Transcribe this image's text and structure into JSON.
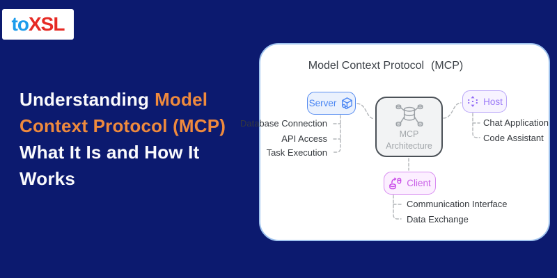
{
  "brand": {
    "logo_part1": "to",
    "logo_part2": "XSL",
    "logo_color_blue": "#1D9CEB",
    "logo_color_red": "#E62A24"
  },
  "colors": {
    "background_navy": "#0C1A6F",
    "headline_white": "#FAFAFC",
    "headline_orange": "#EF8A3D",
    "panel_border_blue": "#9FC3EE",
    "server_blue": "#4A86F3",
    "host_purple": "#9B79F7",
    "client_magenta": "#C95FE7",
    "connector_gray": "#B2B5B8"
  },
  "headline": {
    "line1_white": "Understanding",
    "line1_orange": "Model",
    "line2_orange": "Context Protocol (MCP)",
    "line3_white": "What It Is and How It",
    "line4_white": "Works"
  },
  "diagram": {
    "title_main": "Model Context Protocol",
    "title_paren": "(MCP)",
    "center": {
      "line1": "MCP",
      "line2": "Architecture"
    },
    "server": {
      "label": "Server",
      "items": [
        "Database Connection",
        "API Access",
        "Task Execution"
      ]
    },
    "host": {
      "label": "Host",
      "items": [
        "Chat Application",
        "Code Assistant"
      ]
    },
    "client": {
      "label": "Client",
      "items": [
        "Communication Interface",
        "Data Exchange"
      ]
    }
  }
}
